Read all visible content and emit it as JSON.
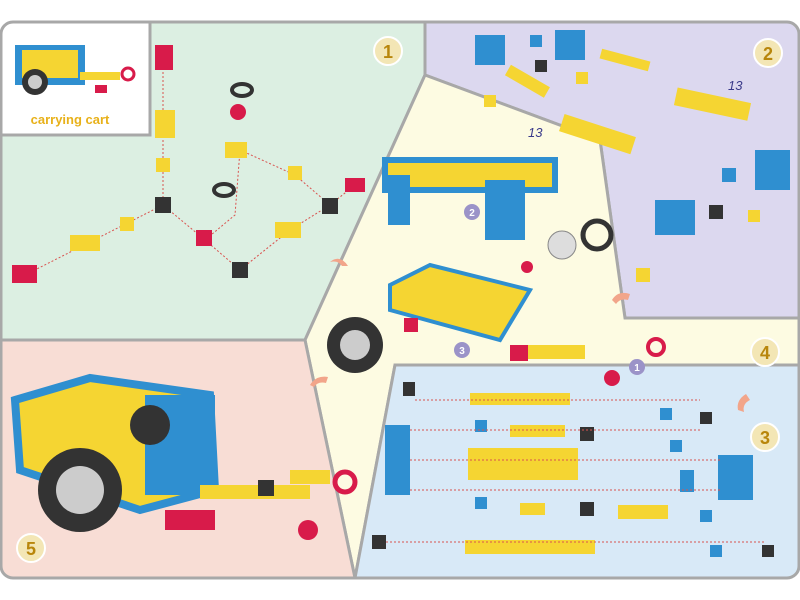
{
  "title_box": {
    "caption": "carrying cart"
  },
  "steps": [
    {
      "number": "1",
      "panel_color": "#dcefe2"
    },
    {
      "number": "2",
      "panel_color": "#dcd8ef"
    },
    {
      "number": "3",
      "panel_color": "#d8e9f7"
    },
    {
      "number": "4",
      "panel_color": "#fdfbe2"
    },
    {
      "number": "5",
      "panel_color": "#f8ddd5"
    }
  ],
  "step2_counts": [
    "13",
    "13"
  ],
  "step4_subassemblies": [
    "1",
    "2",
    "3"
  ],
  "colors": {
    "yellow": "#f5d532",
    "blue": "#2f8fd0",
    "red": "#d81b4a",
    "dark": "#333333",
    "border": "#a8a8a8",
    "badge": "#f3e6b5"
  }
}
